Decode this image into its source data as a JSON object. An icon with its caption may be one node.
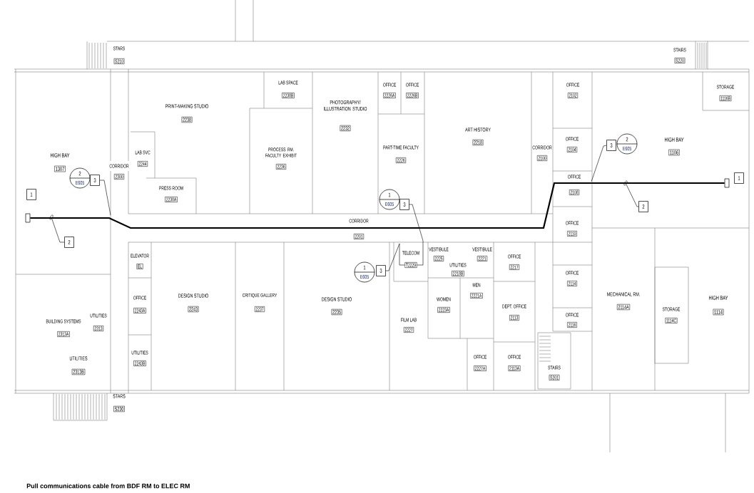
{
  "diagram": {
    "caption": "Pull communications cable from BDF RM to ELEC RM",
    "nodes": [
      {
        "text": [
          "S210"
        ],
        "beside": [
          "STARS"
        ]
      },
      {
        "text": [
          "S220"
        ],
        "beside": [
          "STAIRS"
        ]
      },
      {
        "text": [
          "2238B"
        ],
        "beside": [
          "LAB SPACE"
        ]
      },
      {
        "text": [
          "2226A"
        ],
        "beside": [
          "OFFICE"
        ]
      },
      {
        "text": [
          "2226B"
        ],
        "beside": [
          "OFFICE"
        ]
      },
      {
        "text": [
          "2102"
        ],
        "beside": [
          "OFFICE"
        ]
      },
      {
        "text": [
          "1116B"
        ],
        "beside": [
          "STORAGE"
        ]
      },
      {
        "text": [
          "2238"
        ],
        "beside": [
          "PRINT-MAKING STUDIO"
        ]
      },
      {
        "text": [
          "2232"
        ],
        "beside": [
          "PHOTOGRAPHY/ ILLUSTRATION STUDIO"
        ]
      },
      {
        "text": [
          "2218"
        ],
        "beside": [
          "ART HISTORY"
        ]
      },
      {
        "text": [
          "2104"
        ],
        "beside": [
          "OFFICE"
        ]
      },
      {
        "text": [
          "1106"
        ],
        "beside": [
          "HIGH BAY"
        ]
      },
      {
        "text": [
          "2244"
        ],
        "beside": [
          "LAB SVC"
        ]
      },
      {
        "text": [
          "2236"
        ],
        "beside": [
          "PROCESS RM. FACULTY EXHIBIT"
        ]
      },
      {
        "text": [
          "2226"
        ],
        "beside": [
          "PART-TIME FACULTY"
        ]
      },
      {
        "text": [
          "2100"
        ],
        "beside": [
          "CORRIDOR"
        ]
      },
      {
        "text": [
          "1307"
        ],
        "beside": [
          "HIGH BAY"
        ]
      },
      {
        "text": [
          "2300"
        ],
        "beside": [
          "CORRIDOR"
        ]
      },
      {
        "text": [
          "2108"
        ],
        "beside": [
          "OFFICE"
        ]
      },
      {
        "text": [
          "2238A"
        ],
        "beside": [
          "PRESS ROOM"
        ]
      },
      {
        "text": [
          "2201"
        ],
        "beside": [
          "CORRIDOR"
        ]
      },
      {
        "text": [
          "2110"
        ],
        "beside": [
          "OFFICE"
        ]
      },
      {
        "text": [
          "EL"
        ],
        "beside": [
          "ELEVATOR"
        ]
      },
      {
        "text": [
          "T2229"
        ],
        "beside": [
          "TELECOM"
        ]
      },
      {
        "text": [
          "2225"
        ],
        "beside": [
          "VESTIBULE"
        ]
      },
      {
        "text": [
          "2218B"
        ],
        "beside": [
          "UTILITIES"
        ]
      },
      {
        "text": [
          "2221"
        ],
        "beside": [
          "VESTIBULE"
        ]
      },
      {
        "text": [
          "2217"
        ],
        "beside": [
          "OFFICE"
        ]
      },
      {
        "text": [
          "2114"
        ],
        "beside": [
          "OFFICE"
        ]
      },
      {
        "text": [
          "2221A"
        ],
        "beside": [
          "MEN"
        ]
      },
      {
        "text": [
          "2237"
        ],
        "beside": [
          "CRITIQUE GALLERY"
        ]
      },
      {
        "text": [
          "2243"
        ],
        "beside": [
          "DESIGN STUDIO"
        ]
      },
      {
        "text": [
          "2243A"
        ],
        "beside": [
          "OFFICE"
        ]
      },
      {
        "text": [
          "2235"
        ],
        "beside": [
          "DESIGN STUDIO"
        ]
      },
      {
        "text": [
          "2223A"
        ],
        "beside": [
          "WOMEN"
        ]
      },
      {
        "text": [
          "2114A"
        ],
        "beside": [
          "MECHANICAL RM."
        ]
      },
      {
        "text": [
          "2113"
        ],
        "beside": [
          "DEPT. OFFICE"
        ]
      },
      {
        "text": [
          "1114C"
        ],
        "beside": [
          "STORAGE"
        ]
      },
      {
        "text": [
          "1114"
        ],
        "beside": [
          "HIGH BAY"
        ]
      },
      {
        "text": [
          "2116"
        ],
        "beside": [
          "OFFICE"
        ]
      },
      {
        "text": [
          "2313A"
        ],
        "beside": [
          "BUILDING SYSTEMS"
        ]
      },
      {
        "text": [
          "2313"
        ],
        "beside": [
          "UTILITIES"
        ]
      },
      {
        "text": [
          "2227"
        ],
        "beside": [
          "FILM LAB"
        ]
      },
      {
        "text": [
          "2243B"
        ],
        "beside": [
          "UTILITIES"
        ]
      },
      {
        "text": [
          "2227A"
        ],
        "beside": [
          "OFFICE"
        ]
      },
      {
        "text": [
          "2113A"
        ],
        "beside": [
          "OFFICE"
        ]
      },
      {
        "text": [
          "2313B"
        ],
        "beside": [
          "UTILITIES"
        ]
      },
      {
        "text": [
          "S201"
        ],
        "beside": [
          "STAIRS"
        ]
      },
      {
        "text": [
          "S230"
        ],
        "beside": [
          "STARS"
        ]
      },
      {
        "text": [
          "2",
          "E605"
        ]
      },
      {
        "text": [
          "3"
        ]
      },
      {
        "text": [
          "1"
        ]
      },
      {
        "text": [],
        "shape": "box"
      },
      {
        "text": [
          "2"
        ]
      },
      {
        "text": [
          "1",
          "E605"
        ]
      },
      {
        "text": [
          "3"
        ]
      },
      {
        "text": [
          "2",
          "E605"
        ]
      },
      {
        "text": [
          "3"
        ]
      },
      {
        "text": [
          "1"
        ]
      },
      {
        "text": [],
        "shape": "box"
      },
      {
        "text": [
          "2"
        ]
      },
      {
        "text": [
          "1",
          "E605"
        ]
      },
      {
        "text": [
          "3"
        ]
      },
      {
        "text": [],
        "shape": "circle"
      },
      {
        "text": [],
        "shape": "circle"
      }
    ],
    "edges": [
      {
        "from": 52,
        "to": 59,
        "arrow": "none",
        "style": "thick"
      },
      {
        "from": 50,
        "to": null,
        "arrow": "none"
      },
      {
        "from": 53,
        "to": 63,
        "arrow": "none"
      },
      {
        "from": 55,
        "to": 23,
        "arrow": "none"
      },
      {
        "from": 62,
        "to": 23,
        "arrow": "none"
      },
      {
        "from": 57,
        "to": null,
        "arrow": "none"
      },
      {
        "from": 60,
        "to": 64,
        "arrow": "none"
      }
    ]
  }
}
